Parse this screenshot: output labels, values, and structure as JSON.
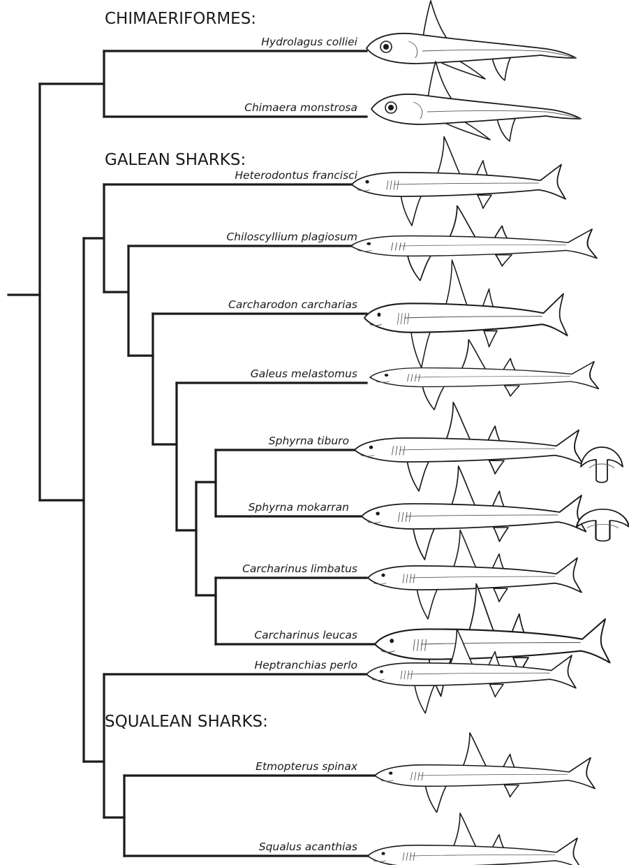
{
  "groups": [
    {
      "label": "CHIMAERIFORMES:"
    },
    {
      "label": "GALEAN SHARKS:"
    },
    {
      "label": "SQUALEAN SHARKS:"
    }
  ],
  "taxa": [
    {
      "label": "Hydrolagus colliei",
      "icon": "chimaera-icon"
    },
    {
      "label": "Chimaera monstrosa",
      "icon": "chimaera-icon"
    },
    {
      "label": "Heterodontus francisci",
      "icon": "shark-icon"
    },
    {
      "label": "Chiloscyllium plagiosum",
      "icon": "shark-icon"
    },
    {
      "label": "Carcharodon carcharias",
      "icon": "shark-icon"
    },
    {
      "label": "Galeus melastomus",
      "icon": "shark-icon"
    },
    {
      "label": "Sphyrna tiburo",
      "icon": "hammerhead-icon"
    },
    {
      "label": "Sphyrna mokarran",
      "icon": "hammerhead-icon"
    },
    {
      "label": "Carcharinus limbatus",
      "icon": "shark-icon"
    },
    {
      "label": "Carcharinus leucas",
      "icon": "shark-icon"
    },
    {
      "label": "Heptranchias perlo",
      "icon": "shark-icon"
    },
    {
      "label": "Etmopterus spinax",
      "icon": "shark-icon"
    },
    {
      "label": "Squalus acanthias",
      "icon": "shark-icon"
    }
  ],
  "colors": {
    "line": "#1a1a1a",
    "background": "#ffffff"
  }
}
